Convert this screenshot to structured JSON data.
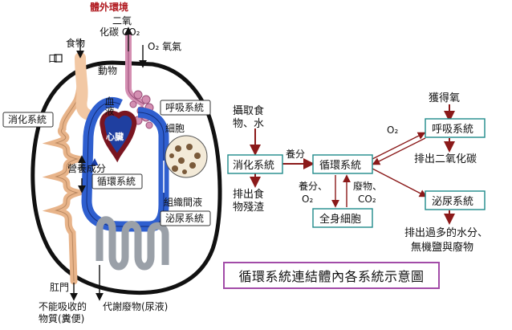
{
  "left_diagram": {
    "outside_env": "體外環境",
    "co2_label_line1": "二氧",
    "co2_label_line2": "化碳 CO₂",
    "o2_label": "O₂ 氧氣",
    "food": "食物",
    "mouth": "口",
    "animal": "動物",
    "blood": "血液",
    "respiratory": "呼吸系統",
    "digestive": "消化系統",
    "cell": "細胞",
    "heart": "心臟",
    "nutrients": "營養成分",
    "circulatory": "循環系統",
    "tissue_fluid": "組織間液",
    "urinary": "泌尿系統",
    "anus": "肛門",
    "undigested_line1": "不能吸收的",
    "undigested_line2": "物質(糞便)",
    "metabolic_waste": "代謝廢物(尿液)"
  },
  "right_diagram": {
    "intake_line1": "攝取食",
    "intake_line2": "物、水",
    "digestive_box": "消化系統",
    "nutrients_arrow": "養分",
    "circulatory_box": "循環系統",
    "excrete_line1": "排出食",
    "excrete_line2": "物殘渣",
    "o2_arrow": "O₂",
    "respiratory_box": "呼吸系統",
    "get_oxygen": "獲得氧",
    "expel_co2": "排出二氧化碳",
    "urinary_box": "泌尿系統",
    "excess_line1": "排出過多的水分、",
    "excess_line2": "無機鹽與廢物",
    "nutrients_o2_line1": "養分、",
    "nutrients_o2_line2": "O₂",
    "waste_co2_line1": "廢物、",
    "waste_co2_line2": "CO₂",
    "body_cells_box": "全身細胞"
  },
  "caption": "循環系統連結體內各系統示意圖"
}
